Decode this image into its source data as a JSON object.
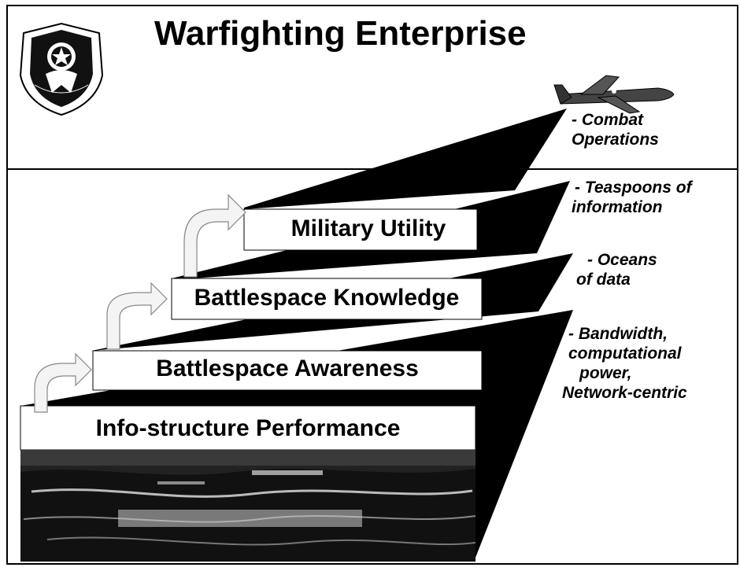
{
  "title": "Warfighting Enterprise",
  "steps": [
    {
      "label": "Info-structure Performance"
    },
    {
      "label": "Battlespace Awareness"
    },
    {
      "label": "Battlespace Knowledge"
    },
    {
      "label": "Military Utility"
    }
  ],
  "side_notes": [
    {
      "line1": "- Bandwidth,",
      "line2": "computational",
      "line3": "power,",
      "line4": "Network-centric"
    },
    {
      "line1": "- Oceans",
      "line2": "of data"
    },
    {
      "line1": "- Teaspoons of",
      "line2": "information"
    },
    {
      "line1": "- Combat",
      "line2": "Operations"
    }
  ],
  "colors": {
    "ink": "#000000",
    "paper": "#ffffff",
    "arrow": "#f4f4f4"
  },
  "icons": [
    "air-force-shield-emblem",
    "aircraft-icon",
    "curved-arrow-icon"
  ]
}
